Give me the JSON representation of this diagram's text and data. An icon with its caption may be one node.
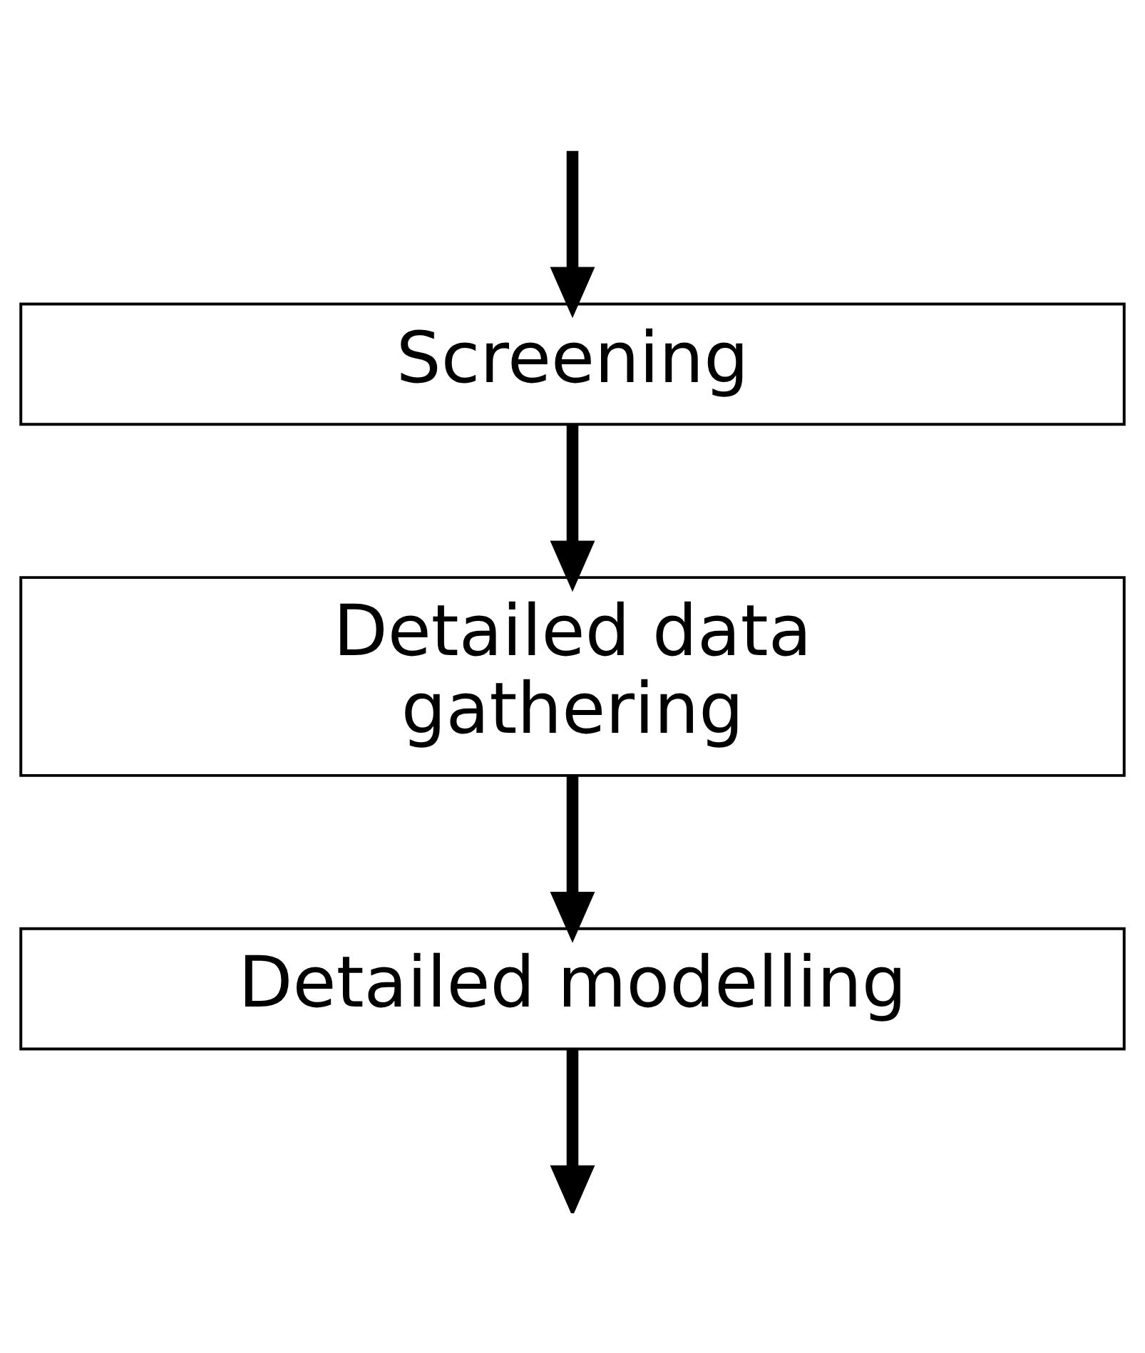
{
  "diagram": {
    "nodes": [
      {
        "text": [
          "Screening"
        ]
      },
      {
        "text": [
          "Detailed data gathering"
        ]
      },
      {
        "text": [
          "Detailed modelling"
        ]
      }
    ],
    "edges": [
      {
        "from": null,
        "to": 0,
        "arrow": "to"
      },
      {
        "from": 0,
        "to": 1,
        "arrow": "to"
      },
      {
        "from": 1,
        "to": 2,
        "arrow": "to"
      },
      {
        "from": 2,
        "to": null,
        "arrow": "to"
      }
    ]
  }
}
